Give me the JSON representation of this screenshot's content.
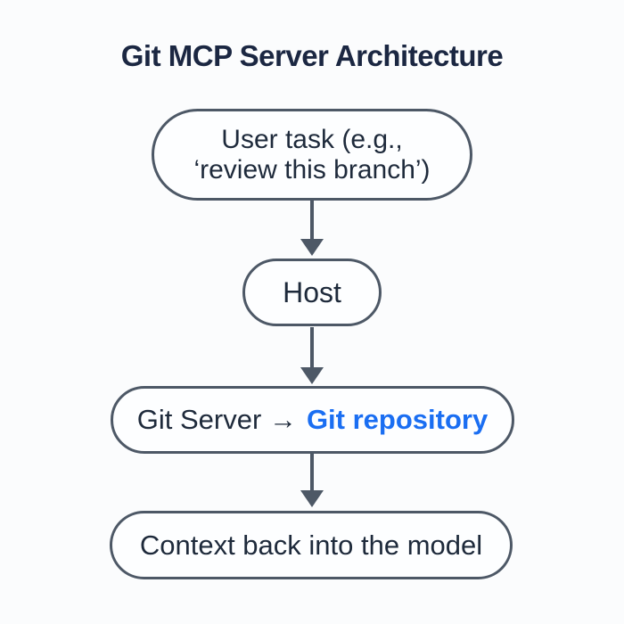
{
  "title": "Git MCP Server Architecture",
  "colors": {
    "background": "#fbfcfd",
    "node-border": "#4d5866",
    "node-fill": "#fdfeff",
    "text": "#1e2a3b",
    "title-text": "#1b2742",
    "accent-blue": "#1a6ef2",
    "arrow": "#4d5866"
  },
  "nodes": {
    "user_task": {
      "line1": "User task (e.g.,",
      "line2": "‘review this branch’)"
    },
    "host": {
      "label": "Host"
    },
    "git_server": {
      "prefix": "Git Server →",
      "highlight": "Git repository"
    },
    "context": {
      "label": "Context back into the model"
    }
  },
  "connectors": {
    "icon": "arrow-down",
    "count": 3
  }
}
